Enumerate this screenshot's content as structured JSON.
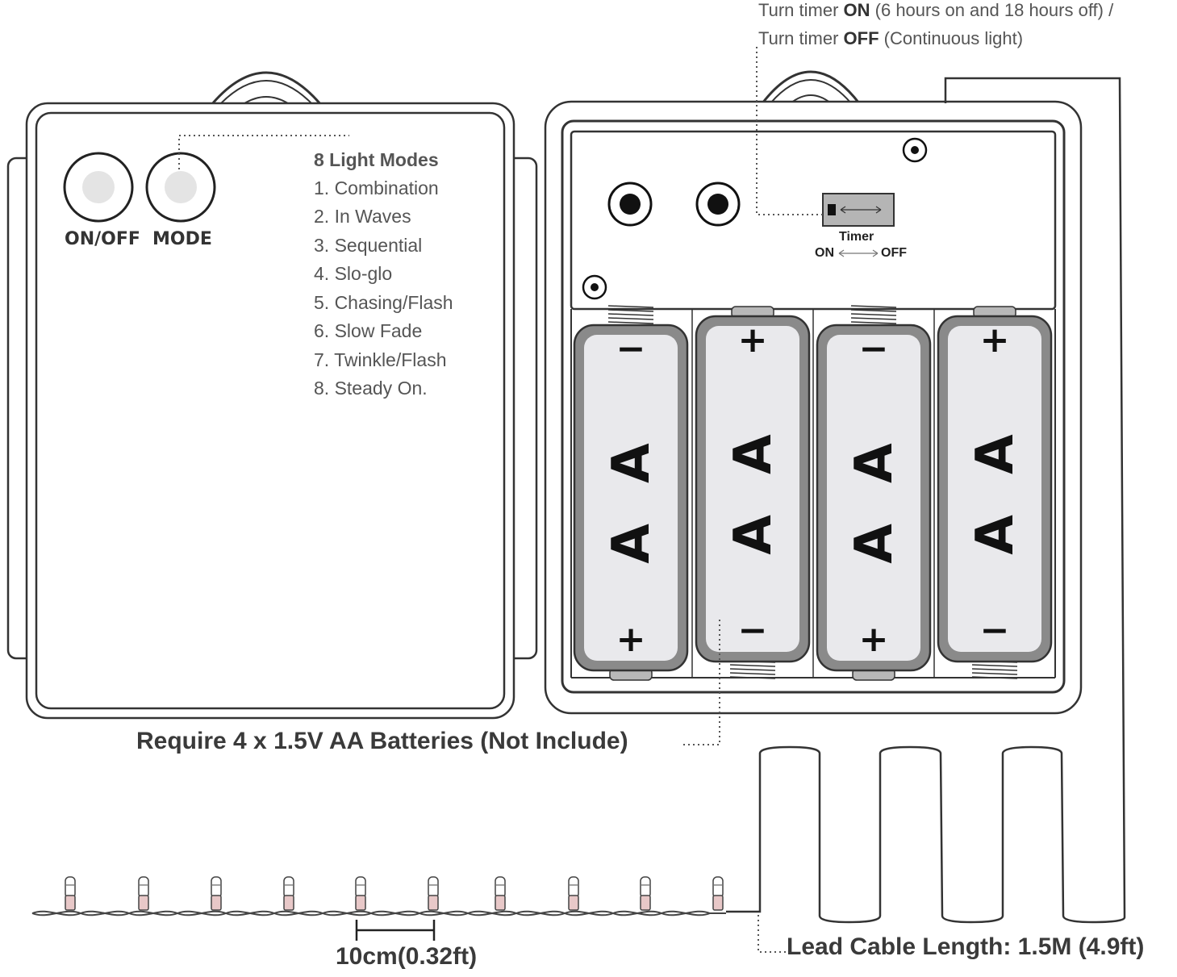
{
  "modes": {
    "title": "8 Light Modes",
    "items": [
      "1. Combination",
      "2. In Waves",
      "3. Sequential",
      "4. Slo-glo",
      "5. Chasing/Flash",
      "6. Slow Fade",
      "7. Twinkle/Flash",
      "8. Steady On."
    ]
  },
  "buttons": {
    "on_off_label": "ON/OFF",
    "mode_label": "MODE"
  },
  "timer_note": {
    "line1_pre": "Turn timer ",
    "line1_bold": "ON",
    "line1_post": " (6 hours on and 18 hours off) /",
    "line2_pre": "Turn timer ",
    "line2_bold": "OFF",
    "line2_post": " (Continuous light)"
  },
  "switch": {
    "title": "Timer",
    "on_label": "ON",
    "off_label": "OFF"
  },
  "batteries": {
    "letters": "A A",
    "plus": "+",
    "minus": "−"
  },
  "captions": {
    "battery_requirement": "Require 4 x 1.5V AA Batteries (Not Include)",
    "bulb_spacing": "10cm(0.32ft)",
    "lead_cable": "Lead Cable Length: 1.5M (4.9ft)"
  },
  "colors": {
    "outline": "#3a3a3a",
    "battery_fill": "#e9e9ec",
    "battery_edge": "#8a8a8a",
    "bulb": "#e8c8c8"
  }
}
